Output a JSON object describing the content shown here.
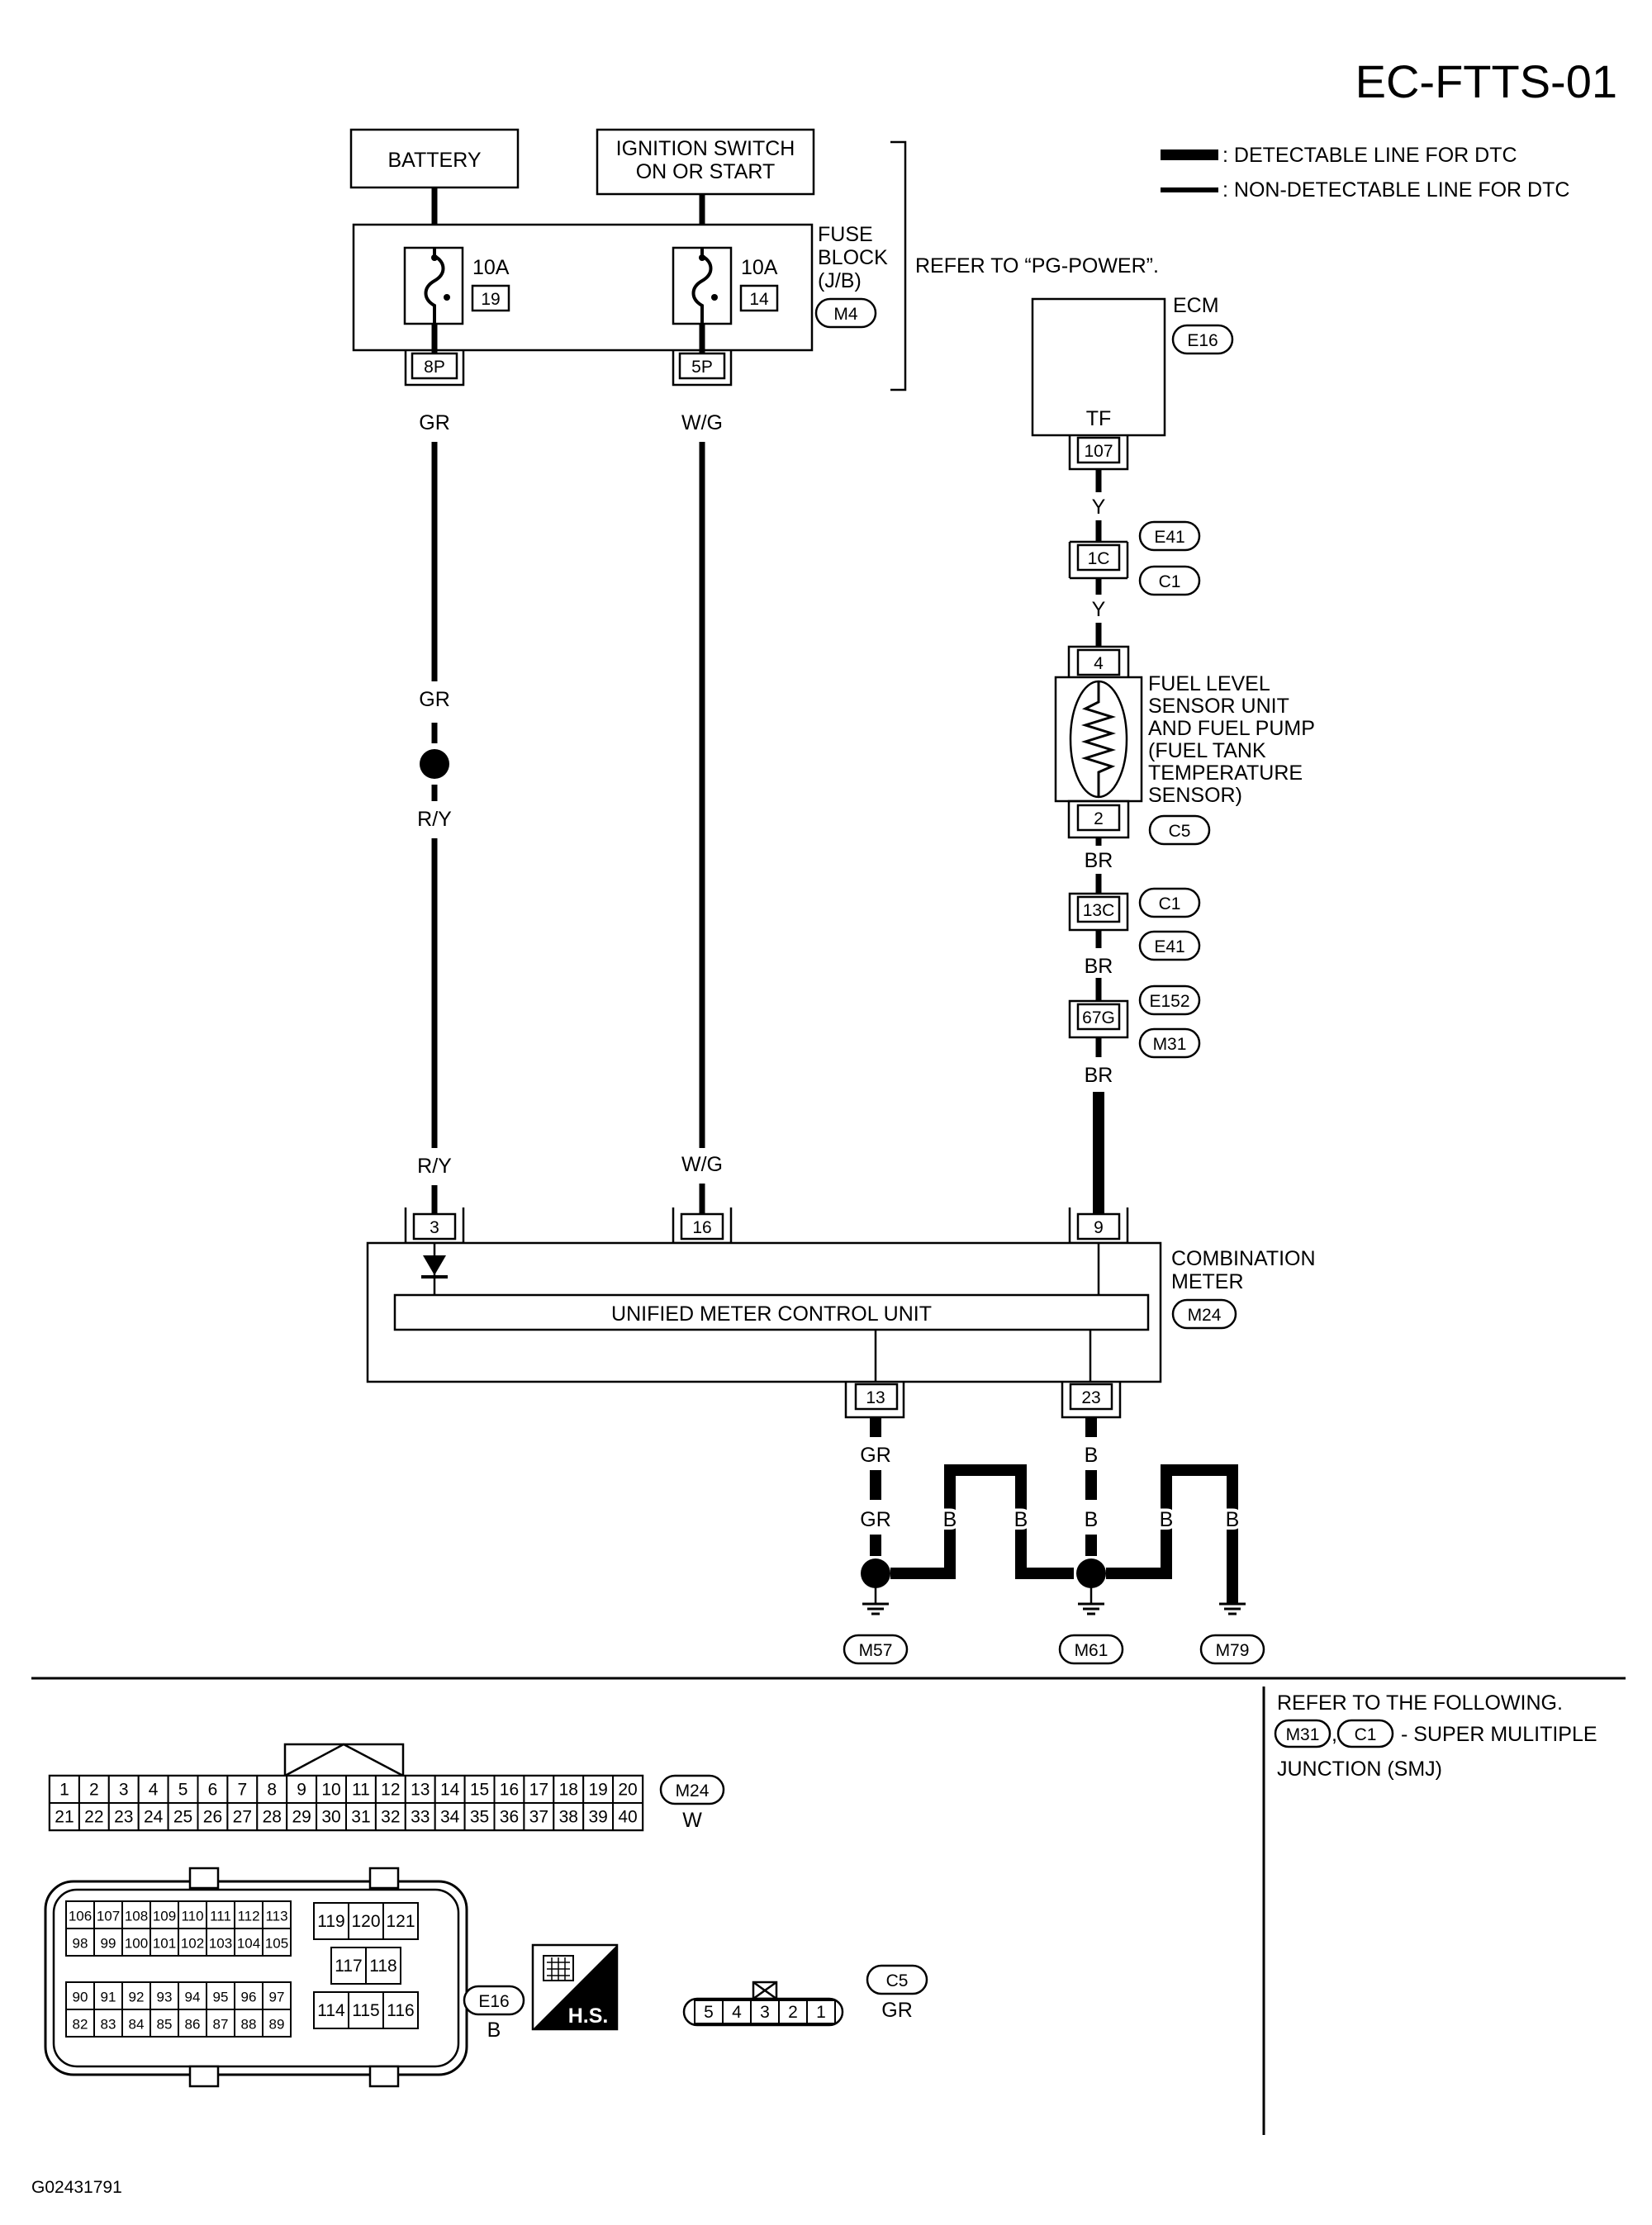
{
  "page_code": "EC-FTTS-01",
  "figure_id": "G02431791",
  "legend": {
    "detectable": ": DETECTABLE LINE FOR DTC",
    "non_detectable": ": NON-DETECTABLE LINE FOR DTC"
  },
  "sources": {
    "battery": "BATTERY",
    "ignition_line1": "IGNITION SWITCH",
    "ignition_line2": "ON OR START"
  },
  "fuse_block": {
    "label_line1": "FUSE",
    "label_line2": "BLOCK",
    "label_line3": "(J/B)",
    "connector": "M4",
    "fuse_left_rating": "10A",
    "fuse_left_no": "19",
    "fuse_right_rating": "10A",
    "fuse_right_no": "14",
    "pin_left": "8P",
    "pin_right": "5P",
    "refer": "REFER TO “PG-POWER”."
  },
  "ecm": {
    "label": "ECM",
    "connector": "E16",
    "terminal_name": "TF",
    "pin": "107"
  },
  "wires": {
    "gr": "GR",
    "wg": "W/G",
    "ry": "R/Y",
    "y": "Y",
    "br": "BR",
    "b": "B"
  },
  "connectors": {
    "e41": "E41",
    "c1": "C1",
    "e152": "E152",
    "m31": "M31",
    "c5": "C5",
    "pin_1c": "1C",
    "pin_13c": "13C",
    "pin_67g": "67G"
  },
  "sensor": {
    "line1": "FUEL  LEVEL",
    "line2": "SENSOR UNIT",
    "line3": "AND FUEL PUMP",
    "line4": "(FUEL TANK",
    "line5": "TEMPERATURE",
    "line6": "SENSOR)",
    "pin_top": "4",
    "pin_bottom": "2"
  },
  "meter": {
    "label_line1": "COMBINATION",
    "label_line2": "METER",
    "connector": "M24",
    "unit": "UNIFIED METER CONTROL UNIT",
    "pin_3": "3",
    "pin_16": "16",
    "pin_9": "9",
    "pin_13": "13",
    "pin_23": "23"
  },
  "grounds": {
    "g1": "M57",
    "g2": "M61",
    "g3": "M79"
  },
  "refer_box": {
    "line1": "REFER TO THE FOLLOWING.",
    "conn_a": "M31",
    "comma": ",",
    "conn_b": "C1",
    "desc": "- SUPER MULITIPLE",
    "line3": "JUNCTION (SMJ)"
  },
  "connector_views": {
    "m24": {
      "id": "M24",
      "color": "W",
      "row1": [
        "1",
        "2",
        "3",
        "4",
        "5",
        "6",
        "7",
        "8",
        "9",
        "10",
        "11",
        "12",
        "13",
        "14",
        "15",
        "16",
        "17",
        "18",
        "19",
        "20"
      ],
      "row2": [
        "21",
        "22",
        "23",
        "24",
        "25",
        "26",
        "27",
        "28",
        "29",
        "30",
        "31",
        "32",
        "33",
        "34",
        "35",
        "36",
        "37",
        "38",
        "39",
        "40"
      ]
    },
    "e16": {
      "id": "E16",
      "color": "B",
      "rowA": [
        "106",
        "107",
        "108",
        "109",
        "110",
        "111",
        "112",
        "113"
      ],
      "rowB": [
        "98",
        "99",
        "100",
        "101",
        "102",
        "103",
        "104",
        "105"
      ],
      "rowC": [
        "90",
        "91",
        "92",
        "93",
        "94",
        "95",
        "96",
        "97"
      ],
      "rowD": [
        "82",
        "83",
        "84",
        "85",
        "86",
        "87",
        "88",
        "89"
      ],
      "mid1": [
        "119",
        "120",
        "121"
      ],
      "mid2": [
        "117",
        "118"
      ],
      "mid3": [
        "114",
        "115",
        "116"
      ]
    },
    "hs": "H.S.",
    "c5": {
      "id": "C5",
      "color": "GR",
      "pins": [
        "5",
        "4",
        "3",
        "2",
        "1"
      ]
    }
  }
}
